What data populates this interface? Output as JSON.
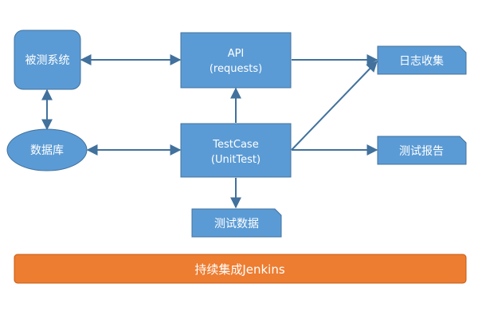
{
  "diagram": {
    "colors": {
      "node_fill": "#5B9BD5",
      "node_stroke": "#41719C",
      "bar_fill": "#ED7D31",
      "bar_stroke": "#C55A11",
      "arrow": "#41719C",
      "text": "#ffffff"
    },
    "nodes": {
      "system_under_test": {
        "label": "被测系统"
      },
      "database": {
        "label": "数据库"
      },
      "api": {
        "line1": "API",
        "line2": "(requests)"
      },
      "testcase": {
        "line1": "TestCase",
        "line2": "(UnitTest)"
      },
      "log_collection": {
        "label": "日志收集"
      },
      "test_report": {
        "label": "测试报告"
      },
      "test_data": {
        "label": "测试数据"
      }
    },
    "ci_bar": {
      "label": "持续集成Jenkins"
    }
  }
}
